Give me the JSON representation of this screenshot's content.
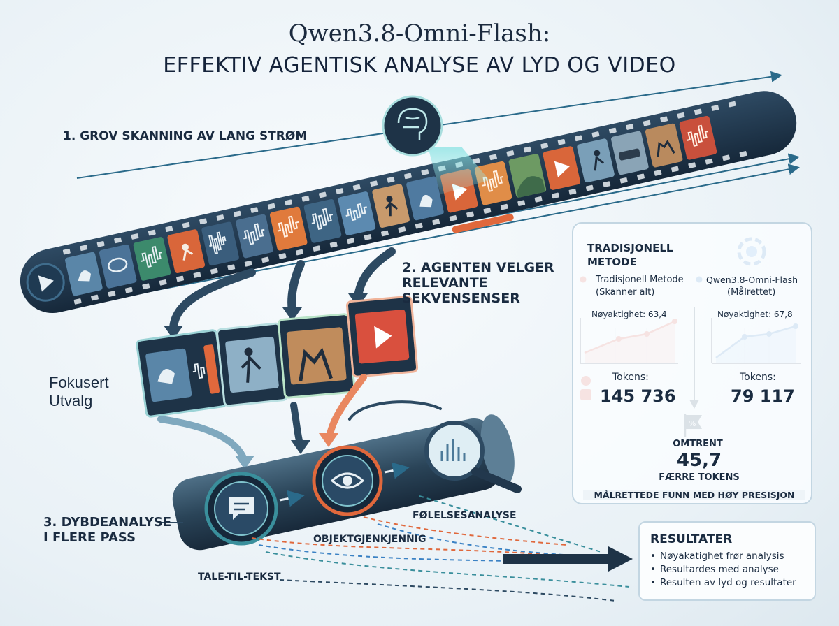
{
  "header": {
    "title": "Qwen3.8-Omni-Flash:",
    "subtitle": "EFFEKTIV AGENTISK ANALYSE AV LYD OG VIDEO"
  },
  "steps": {
    "step1": "1. GROV SKANNING AV LANG STRØM",
    "step2": "2. AGENTEN VELGER RELEVANTE SEKVENSENSER",
    "step3": "3. DYBDEANALYSE I FLERE PASS"
  },
  "focus_label": "Fokusert Utvalg",
  "analysis_tags": {
    "speech": "TALE-TIL-TEKST",
    "object": "OBJEKTGJENKJENNIG",
    "sentiment": "FØLELSESANALYSE"
  },
  "comparison": {
    "heading": "TRADISJONELL METODE",
    "traditional": {
      "name": "Tradisjonell Metode",
      "note": "(Skanner alt)",
      "accuracy_label": "Nøyaktighet: 63,4",
      "accuracy_value": 63.4,
      "tokens_label": "Tokens:",
      "tokens_value": "145 736",
      "color": "#d9503e"
    },
    "qwen": {
      "name": "Qwen3.8-Omni-Flash",
      "note": "(Målrettet)",
      "accuracy_label": "Nøyaktighet: 67,8",
      "accuracy_value": 67.8,
      "tokens_label": "Tokens:",
      "tokens_value": "79 117",
      "color": "#3b82c4"
    },
    "savings_prefix": "OMTRENT",
    "savings_value": "45,7",
    "savings_suffix": "FÆRRE TOKENS",
    "footer": "MÅLRETTEDE FUNN MED HØY PRESISJON"
  },
  "results": {
    "title": "RESULTATER",
    "items": [
      "Nøyakatighet frør analysis",
      "Resultardes med analyse",
      "Resulten av lyd og resultater"
    ]
  },
  "colors": {
    "film": "#1e3347",
    "accent_orange": "#e0683c",
    "accent_teal": "#3a8f9c",
    "accent_blue": "#3b82c4"
  },
  "icons": [
    "play-icon",
    "speech-icon",
    "chat-icon",
    "waveform-icon",
    "runner-icon",
    "brain-icon",
    "car-icon",
    "fight-icon",
    "landscape-icon",
    "message-icon",
    "eye-icon",
    "magnifier-icon",
    "percent-flag-icon",
    "qwen-logo-icon"
  ]
}
